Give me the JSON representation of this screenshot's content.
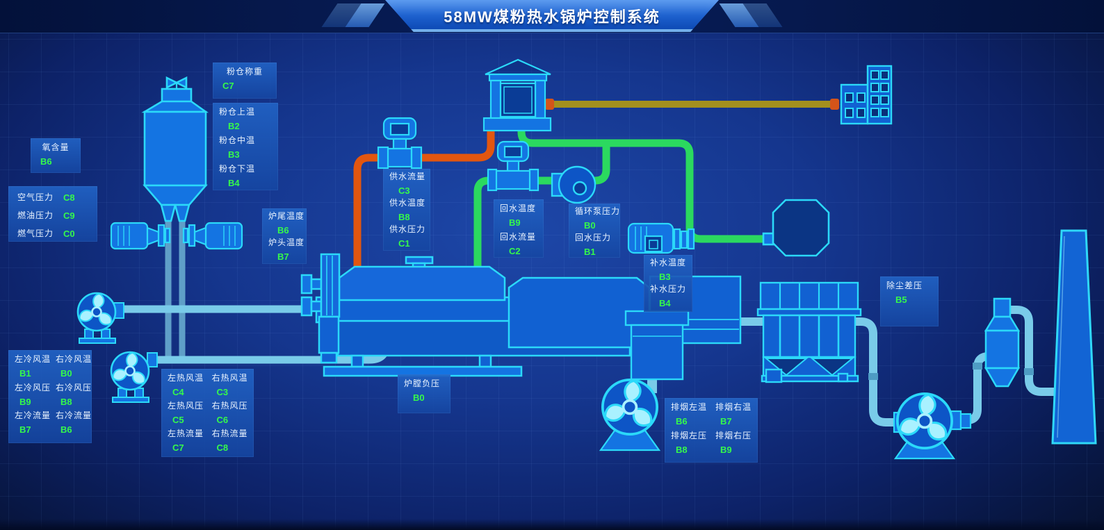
{
  "header": {
    "title": "58MW煤粉热水锅炉控制系统"
  },
  "panels": {
    "oxygen": {
      "items": [
        {
          "label": "氧含量",
          "value": "B6"
        }
      ]
    },
    "fuel_pressures": {
      "items": [
        {
          "label": "空气压力",
          "value": "C8"
        },
        {
          "label": "燃油压力",
          "value": "C9"
        },
        {
          "label": "燃气压力",
          "value": "C0"
        }
      ]
    },
    "silo_weight": {
      "items": [
        {
          "label": "粉仓称重",
          "value": "C7"
        }
      ]
    },
    "silo_temps": {
      "items": [
        {
          "label": "粉仓上温",
          "value": "B2"
        },
        {
          "label": "粉仓中温",
          "value": "B3"
        },
        {
          "label": "粉仓下温",
          "value": "B4"
        }
      ]
    },
    "furnace_temps": {
      "items": [
        {
          "label": "炉尾温度",
          "value": "B6"
        },
        {
          "label": "炉头温度",
          "value": "B7"
        }
      ]
    },
    "supply_water": {
      "items": [
        {
          "label": "供水流量",
          "value": "C3"
        },
        {
          "label": "供水温度",
          "value": "B8"
        },
        {
          "label": "供水压力",
          "value": "C1"
        }
      ]
    },
    "return_water": {
      "items": [
        {
          "label": "回水温度",
          "value": "B9"
        },
        {
          "label": "回水流量",
          "value": "C2"
        }
      ]
    },
    "circulation_pump": {
      "items": [
        {
          "label": "循环泵压力",
          "value": "B0"
        },
        {
          "label": "回水压力",
          "value": "B1"
        }
      ]
    },
    "makeup_water": {
      "items": [
        {
          "label": "补水温度",
          "value": "B3"
        },
        {
          "label": "补水压力",
          "value": "B4"
        }
      ]
    },
    "dust_diff_pressure": {
      "items": [
        {
          "label": "除尘差压",
          "value": "B5"
        }
      ]
    },
    "cold_air": {
      "items": [
        {
          "label": "左冷风温",
          "value": "B1"
        },
        {
          "label": "右冷风温",
          "value": "B0"
        },
        {
          "label": "左冷风压",
          "value": "B9"
        },
        {
          "label": "右冷风压",
          "value": "B8"
        },
        {
          "label": "左冷流量",
          "value": "B7"
        },
        {
          "label": "右冷流量",
          "value": "B6"
        }
      ]
    },
    "hot_air": {
      "items": [
        {
          "label": "左热风温",
          "value": "C4"
        },
        {
          "label": "右热风温",
          "value": "C3"
        },
        {
          "label": "左热风压",
          "value": "C5"
        },
        {
          "label": "右热风压",
          "value": "C6"
        },
        {
          "label": "左热流量",
          "value": "C7"
        },
        {
          "label": "右热流量",
          "value": "C8"
        }
      ]
    },
    "furnace_pressure": {
      "items": [
        {
          "label": "炉膛负压",
          "value": "B0"
        }
      ]
    },
    "flue_gas": {
      "items": [
        {
          "label": "排烟左温",
          "value": "B6"
        },
        {
          "label": "排烟右温",
          "value": "B7"
        },
        {
          "label": "排烟左压",
          "value": "B8"
        },
        {
          "label": "排烟右压",
          "value": "B9"
        }
      ]
    }
  },
  "colors": {
    "accent_cyan": "#2bd9f9",
    "equipment_fill": "#1161d2",
    "value_green": "#35f94b",
    "label_text": "#eaf4ff",
    "panel_blue": "#1e5cb8",
    "pipe_air": "#79cbe9",
    "pipe_powder": "#5f9fc8",
    "pipe_hot_supply": "#e2560f",
    "pipe_return": "#2bd95f",
    "pipe_heat_user": "#a3901e",
    "background": "#0d2268"
  }
}
